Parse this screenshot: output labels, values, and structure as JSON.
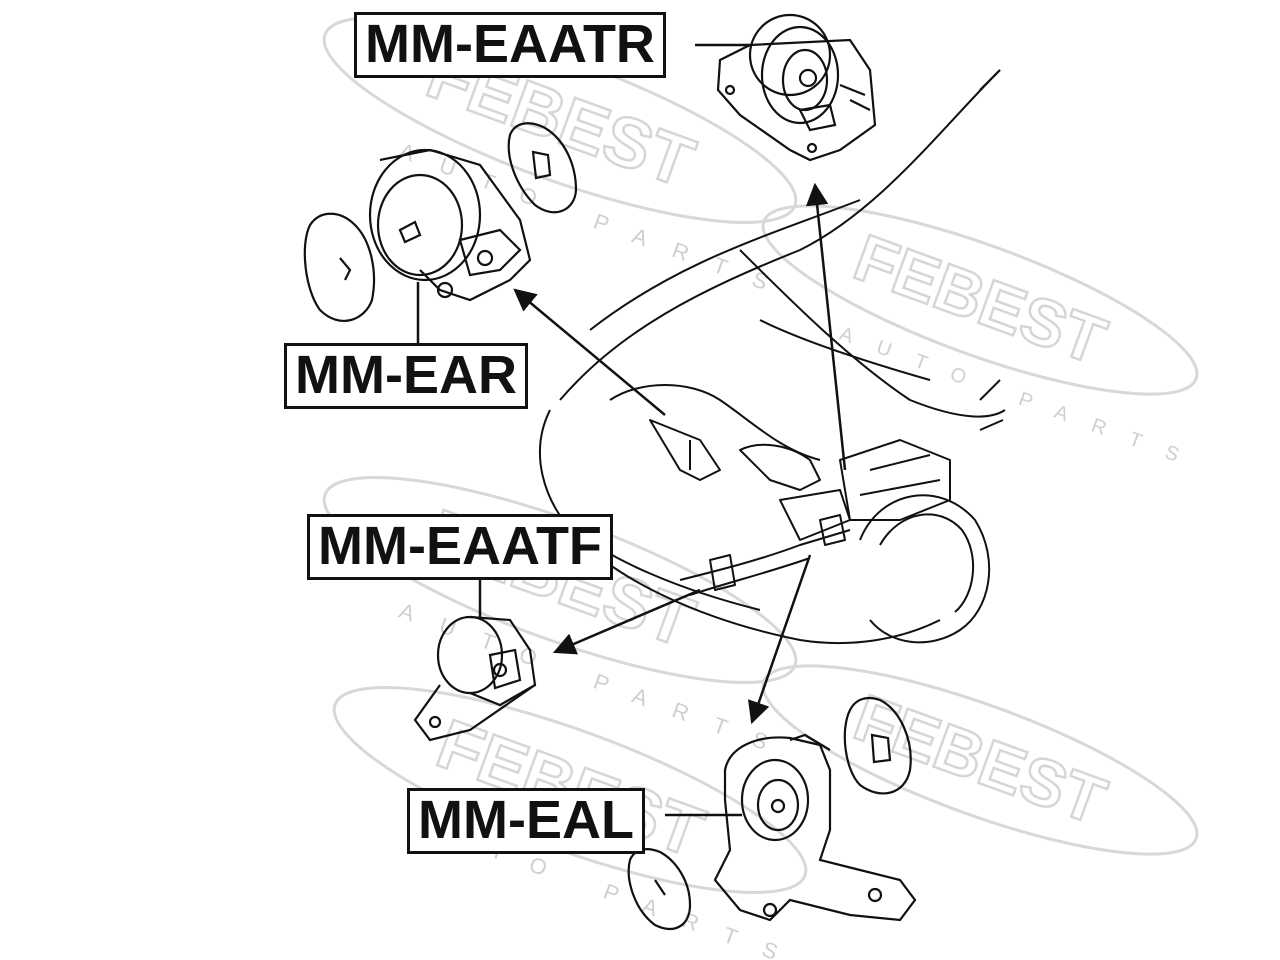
{
  "watermark": {
    "brand": "FEBEST",
    "tagline": "AUTO PARTS"
  },
  "labels": {
    "mm_eaatr": "MM-EAATR",
    "mm_ear": "MM-EAR",
    "mm_eaatf": "MM-EAATF",
    "mm_eal": "MM-EAL"
  },
  "colors": {
    "ink": "#111111",
    "watermark": "#d4d4d4"
  }
}
